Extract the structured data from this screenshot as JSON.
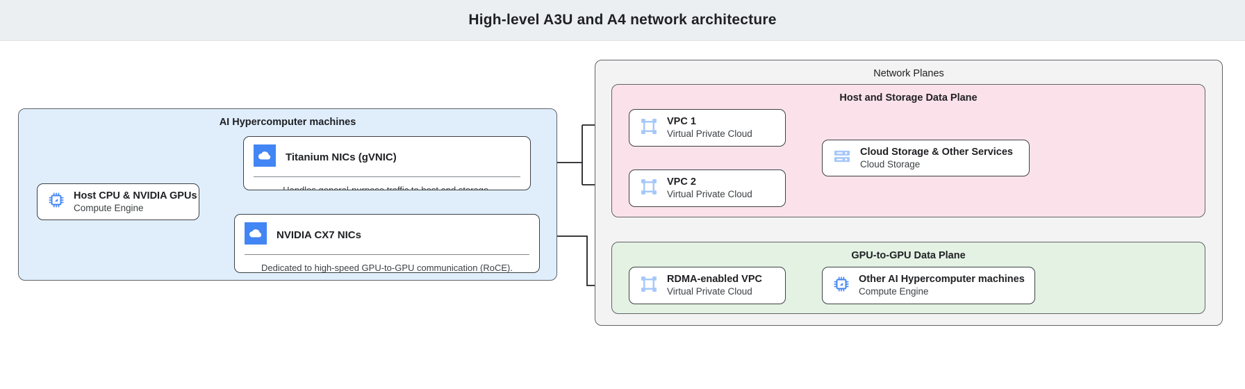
{
  "header": {
    "title": "High-level A3U and A4 network architecture"
  },
  "colors": {
    "header_bg": "#eceff1",
    "machines_bg": "#e0eefc",
    "planes_bg": "#f4f3f3",
    "host_storage_bg": "#fbe2ea",
    "gpu_plane_bg": "#e4f2e4",
    "icon_blue": "#4285f4",
    "icon_blue_light": "#a6c8fa",
    "stroke": "#3c4043",
    "card_rule": "#80868b"
  },
  "machines": {
    "title": "AI Hypercomputer machines",
    "host": {
      "icon": "cpu-chip-icon",
      "title": "Host CPU & NVIDIA GPUs",
      "subtitle": "Compute Engine"
    },
    "cards": [
      {
        "icon": "cloud-icon",
        "title": "Titanium NICs (gVNIC)",
        "note": "Handles general-purpose traffic to host and storage."
      },
      {
        "icon": "cloud-icon",
        "title": "NVIDIA CX7 NICs",
        "note": "Dedicated to high-speed GPU-to-GPU communication (RoCE)."
      }
    ]
  },
  "network_planes": {
    "title": "Network Planes",
    "host_storage_plane": {
      "title": "Host and Storage Data Plane",
      "nodes": [
        {
          "icon": "vpc-icon",
          "title": "VPC 1",
          "subtitle": "Virtual Private Cloud"
        },
        {
          "icon": "vpc-icon",
          "title": "VPC 2",
          "subtitle": "Virtual Private Cloud"
        },
        {
          "icon": "storage-rack-icon",
          "title": "Cloud Storage & Other Services",
          "subtitle": "Cloud Storage"
        }
      ]
    },
    "gpu_plane": {
      "title": "GPU-to-GPU Data Plane",
      "nodes": [
        {
          "icon": "vpc-icon",
          "title": "RDMA-enabled VPC",
          "subtitle": "Virtual Private Cloud"
        },
        {
          "icon": "cpu-chip-icon",
          "title": "Other AI Hypercomputer machines",
          "subtitle": "Compute Engine"
        }
      ]
    }
  }
}
